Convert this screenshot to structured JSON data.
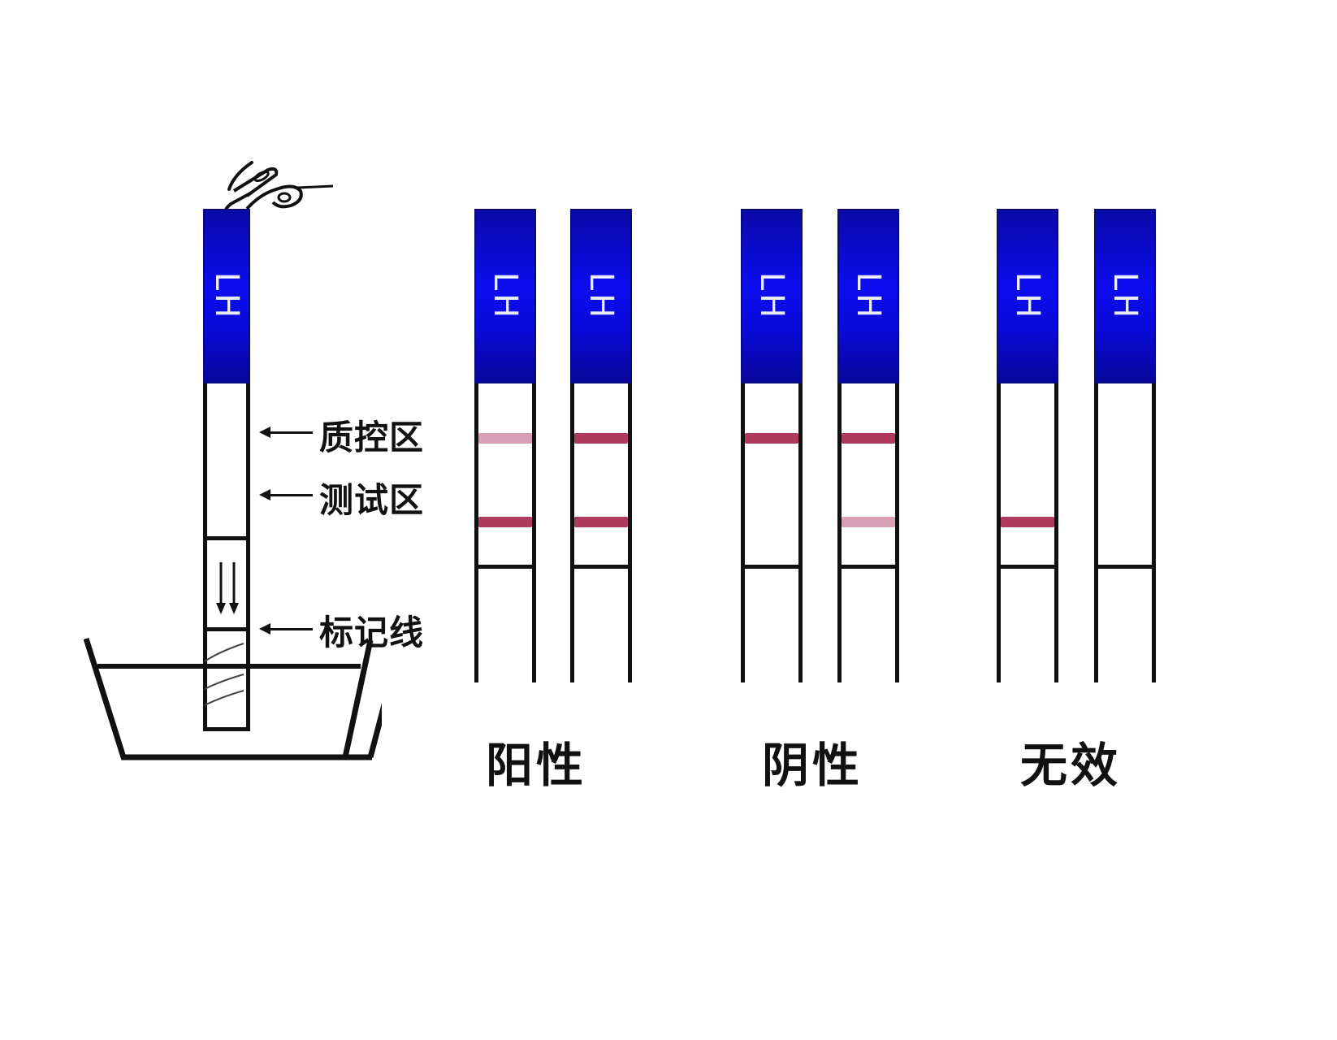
{
  "strip_text": "LH",
  "colors": {
    "cap_blue": "#0c0cf0",
    "band_strong": "#b03a5e",
    "band_faint": "#d8a0b4",
    "outline": "#111111"
  },
  "demo_strip": {
    "annotations": {
      "control_zone": "质控区",
      "test_zone": "测试区",
      "marker_line": "标记线"
    }
  },
  "groups": [
    {
      "label": "阳性",
      "strips": [
        {
          "control_band": "faint",
          "test_band": "strong"
        },
        {
          "control_band": "strong",
          "test_band": "strong"
        }
      ]
    },
    {
      "label": "阴性",
      "strips": [
        {
          "control_band": "strong",
          "test_band": "none"
        },
        {
          "control_band": "strong",
          "test_band": "faint"
        }
      ]
    },
    {
      "label": "无效",
      "strips": [
        {
          "control_band": "none",
          "test_band": "strong"
        },
        {
          "control_band": "none",
          "test_band": "none"
        }
      ]
    }
  ]
}
